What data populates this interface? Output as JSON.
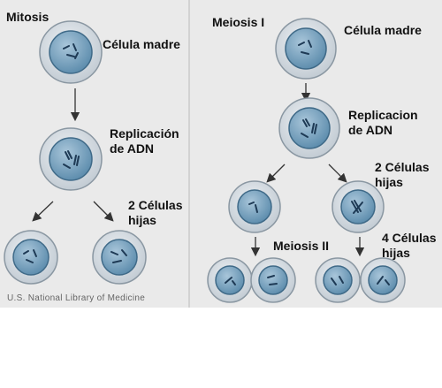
{
  "mitosis": {
    "title": "Mitosis",
    "mother_cell_label": "Célula madre",
    "replication_label": "Replicación\nde ADN",
    "daughter_label": "2 Células\nhijas"
  },
  "meiosis": {
    "title": "Meiosis I",
    "mother_cell_label": "Célula madre",
    "replication_label": "Replicacion\nde ADN",
    "daughter_label": "2 Células\nhijas",
    "meiosis2_title": "Meiosis II",
    "final_label": "4 Células\nhijas"
  },
  "credit": "U.S. National Library of Medicine",
  "colors": {
    "cell_outer": "#d4dbe1",
    "cell_outer_stroke": "#8a97a2",
    "nucleus": "#7fa8c4",
    "nucleus_stroke": "#3f6a88",
    "chromosome": "#1e3a55"
  }
}
